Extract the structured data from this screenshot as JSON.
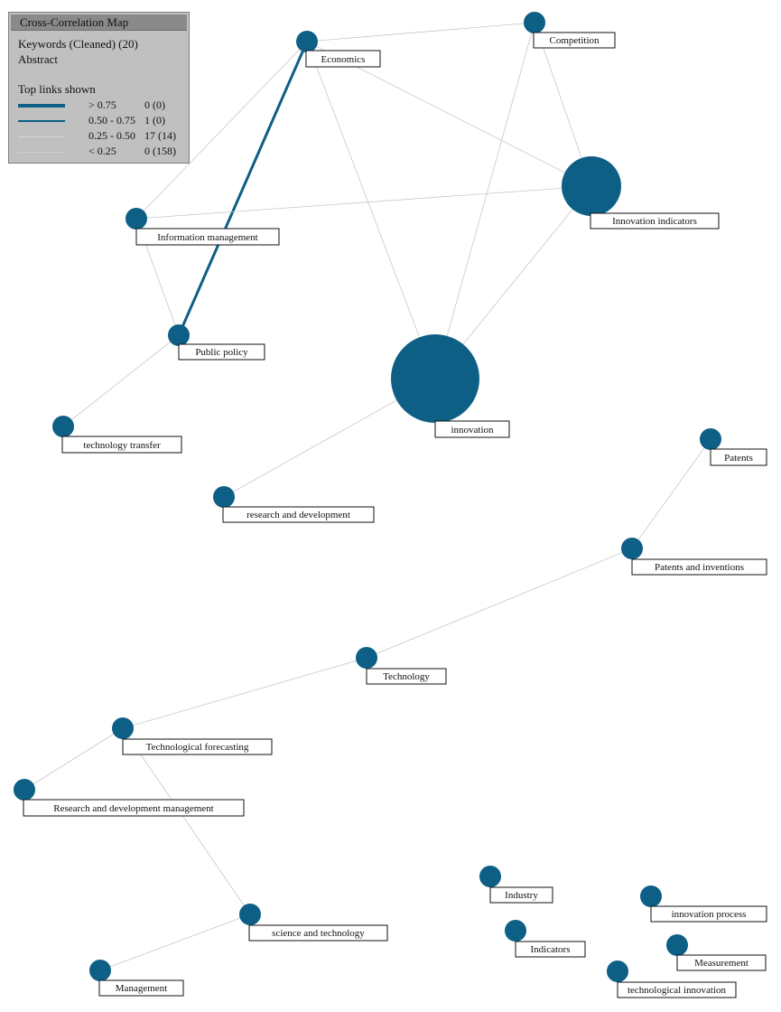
{
  "legend": {
    "title": "Cross-Correlation Map",
    "line1": "Keywords (Cleaned) (20)",
    "line2": "Abstract",
    "subtitle": "Top links shown",
    "rows": [
      {
        "range": "> 0.75",
        "count": "0 (0)"
      },
      {
        "range": "0.50 - 0.75",
        "count": "1 (0)"
      },
      {
        "range": "0.25 - 0.50",
        "count": "17 (14)"
      },
      {
        "range": "< 0.25",
        "count": "0 (158)"
      }
    ]
  },
  "colors": {
    "node": "#0e5f85",
    "edge_thin": "#c8c8c8",
    "edge_strong": "#0e5f85"
  },
  "nodes": [
    {
      "id": "economics",
      "label": "Economics"
    },
    {
      "id": "competition",
      "label": "Competition"
    },
    {
      "id": "innovation_indicators",
      "label": "Innovation indicators"
    },
    {
      "id": "information_management",
      "label": "Information management"
    },
    {
      "id": "public_policy",
      "label": "Public policy"
    },
    {
      "id": "innovation",
      "label": "innovation"
    },
    {
      "id": "technology_transfer",
      "label": "technology transfer"
    },
    {
      "id": "research_and_development",
      "label": "research and development"
    },
    {
      "id": "patents",
      "label": "Patents"
    },
    {
      "id": "patents_and_inventions",
      "label": "Patents and inventions"
    },
    {
      "id": "technology",
      "label": "Technology"
    },
    {
      "id": "technological_forecasting",
      "label": "Technological forecasting"
    },
    {
      "id": "rd_management",
      "label": "Research and development management"
    },
    {
      "id": "science_and_technology",
      "label": "science and technology"
    },
    {
      "id": "management",
      "label": "Management"
    },
    {
      "id": "industry",
      "label": "Industry"
    },
    {
      "id": "indicators",
      "label": "Indicators"
    },
    {
      "id": "innovation_process",
      "label": "innovation process"
    },
    {
      "id": "measurement",
      "label": "Measurement"
    },
    {
      "id": "technological_innovation",
      "label": "technological innovation"
    }
  ],
  "edges": [
    {
      "from": "economics",
      "to": "competition",
      "strength": "weak"
    },
    {
      "from": "economics",
      "to": "innovation_indicators",
      "strength": "weak"
    },
    {
      "from": "economics",
      "to": "innovation",
      "strength": "weak"
    },
    {
      "from": "economics",
      "to": "information_management",
      "strength": "weak"
    },
    {
      "from": "economics",
      "to": "public_policy",
      "strength": "strong"
    },
    {
      "from": "competition",
      "to": "innovation_indicators",
      "strength": "weak"
    },
    {
      "from": "competition",
      "to": "innovation",
      "strength": "weak"
    },
    {
      "from": "innovation_indicators",
      "to": "information_management",
      "strength": "weak"
    },
    {
      "from": "innovation_indicators",
      "to": "innovation",
      "strength": "weak"
    },
    {
      "from": "information_management",
      "to": "public_policy",
      "strength": "weak"
    },
    {
      "from": "public_policy",
      "to": "technology_transfer",
      "strength": "weak"
    },
    {
      "from": "innovation",
      "to": "research_and_development",
      "strength": "weak"
    },
    {
      "from": "patents",
      "to": "patents_and_inventions",
      "strength": "weak"
    },
    {
      "from": "patents_and_inventions",
      "to": "technology",
      "strength": "weak"
    },
    {
      "from": "technology",
      "to": "technological_forecasting",
      "strength": "weak"
    },
    {
      "from": "technological_forecasting",
      "to": "rd_management",
      "strength": "weak"
    },
    {
      "from": "technological_forecasting",
      "to": "science_and_technology",
      "strength": "weak"
    },
    {
      "from": "science_and_technology",
      "to": "management",
      "strength": "weak"
    }
  ]
}
